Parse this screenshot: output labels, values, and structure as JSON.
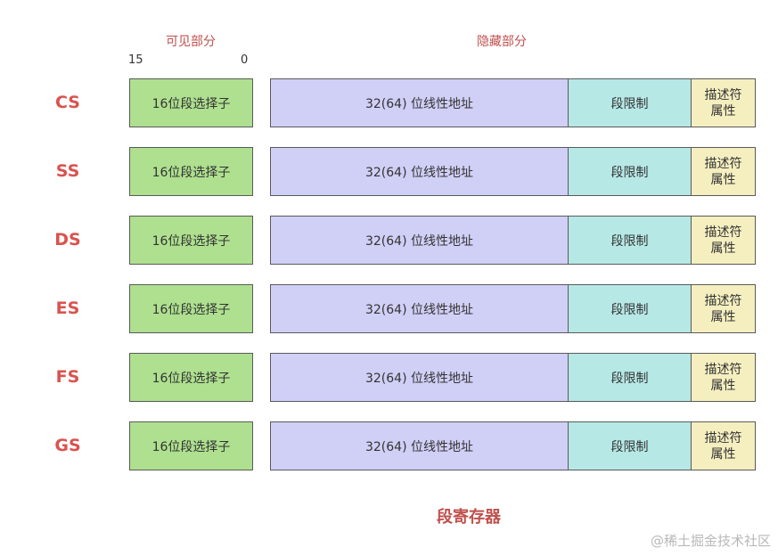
{
  "header": {
    "visible_label": "可见部分",
    "hidden_label": "隐藏部分",
    "bit_high": "15",
    "bit_low": "0"
  },
  "registers": [
    {
      "name": "CS",
      "selector": "16位段选择子",
      "base": "32(64) 位线性地址",
      "limit": "段限制",
      "attr_line1": "描述符",
      "attr_line2": "属性"
    },
    {
      "name": "SS",
      "selector": "16位段选择子",
      "base": "32(64) 位线性地址",
      "limit": "段限制",
      "attr_line1": "描述符",
      "attr_line2": "属性"
    },
    {
      "name": "DS",
      "selector": "16位段选择子",
      "base": "32(64) 位线性地址",
      "limit": "段限制",
      "attr_line1": "描述符",
      "attr_line2": "属性"
    },
    {
      "name": "ES",
      "selector": "16位段选择子",
      "base": "32(64) 位线性地址",
      "limit": "段限制",
      "attr_line1": "描述符",
      "attr_line2": "属性"
    },
    {
      "name": "FS",
      "selector": "16位段选择子",
      "base": "32(64) 位线性地址",
      "limit": "段限制",
      "attr_line1": "描述符",
      "attr_line2": "属性"
    },
    {
      "name": "GS",
      "selector": "16位段选择子",
      "base": "32(64) 位线性地址",
      "limit": "段限制",
      "attr_line1": "描述符",
      "attr_line2": "属性"
    }
  ],
  "caption": "段寄存器",
  "watermark": "@稀土掘金技术社区",
  "colors": {
    "selector_fill": "#aee08f",
    "base_fill": "#d0cff6",
    "limit_fill": "#b6e8e6",
    "attr_fill": "#f5efc0",
    "label_red": "#d9534f"
  }
}
